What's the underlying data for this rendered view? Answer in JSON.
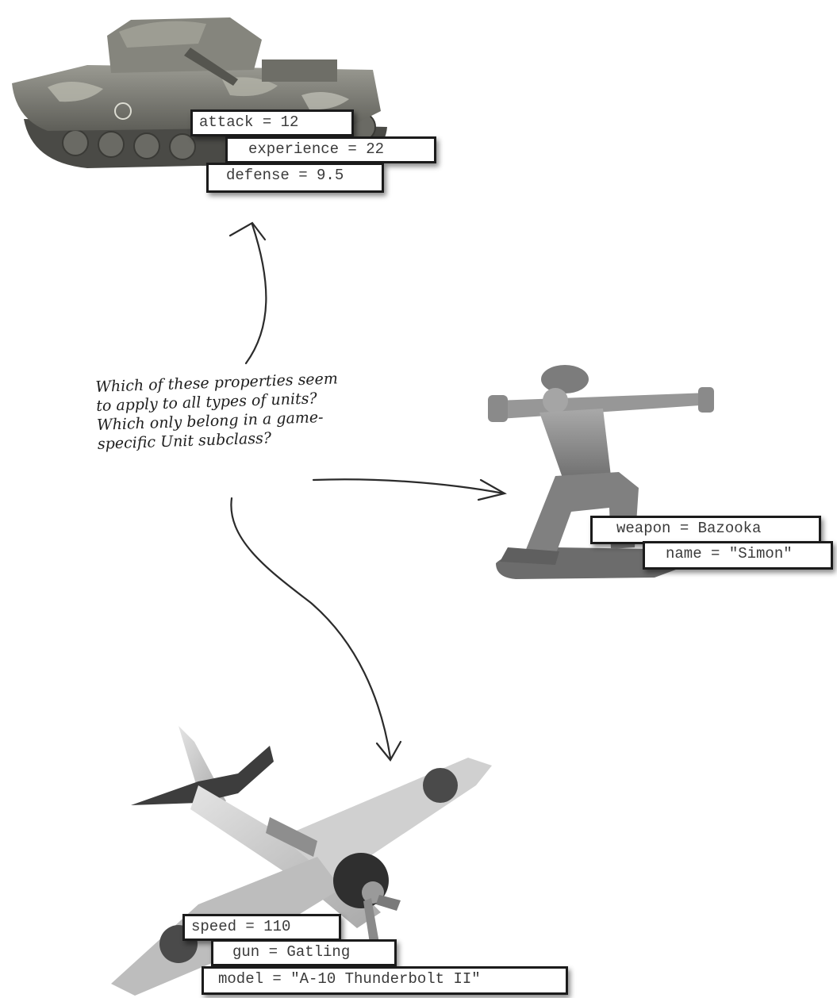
{
  "note": {
    "line1": "Which of these properties seem",
    "line2": "to apply to all types of units?",
    "line3": "Which only belong in a game-",
    "line4": "specific Unit subclass?"
  },
  "tank": {
    "icon": "tank-icon",
    "attack": "attack = 12",
    "experience": "experience = 22",
    "defense": "defense = 9.5"
  },
  "soldier": {
    "icon": "bazooka-soldier-icon",
    "weapon": "weapon = Bazooka",
    "name": "name = \"Simon\""
  },
  "plane": {
    "icon": "airplane-icon",
    "speed": "speed = 110",
    "gun": "gun = Gatling",
    "model": "model = \"A-10 Thunderbolt II\""
  },
  "colors": {
    "ink": "#1e1e1e",
    "label_border": "#1b1b1b",
    "tank_body": "#7c7c74",
    "soldier_body": "#8e8e8e",
    "plane_body": "#c9c9c9"
  }
}
